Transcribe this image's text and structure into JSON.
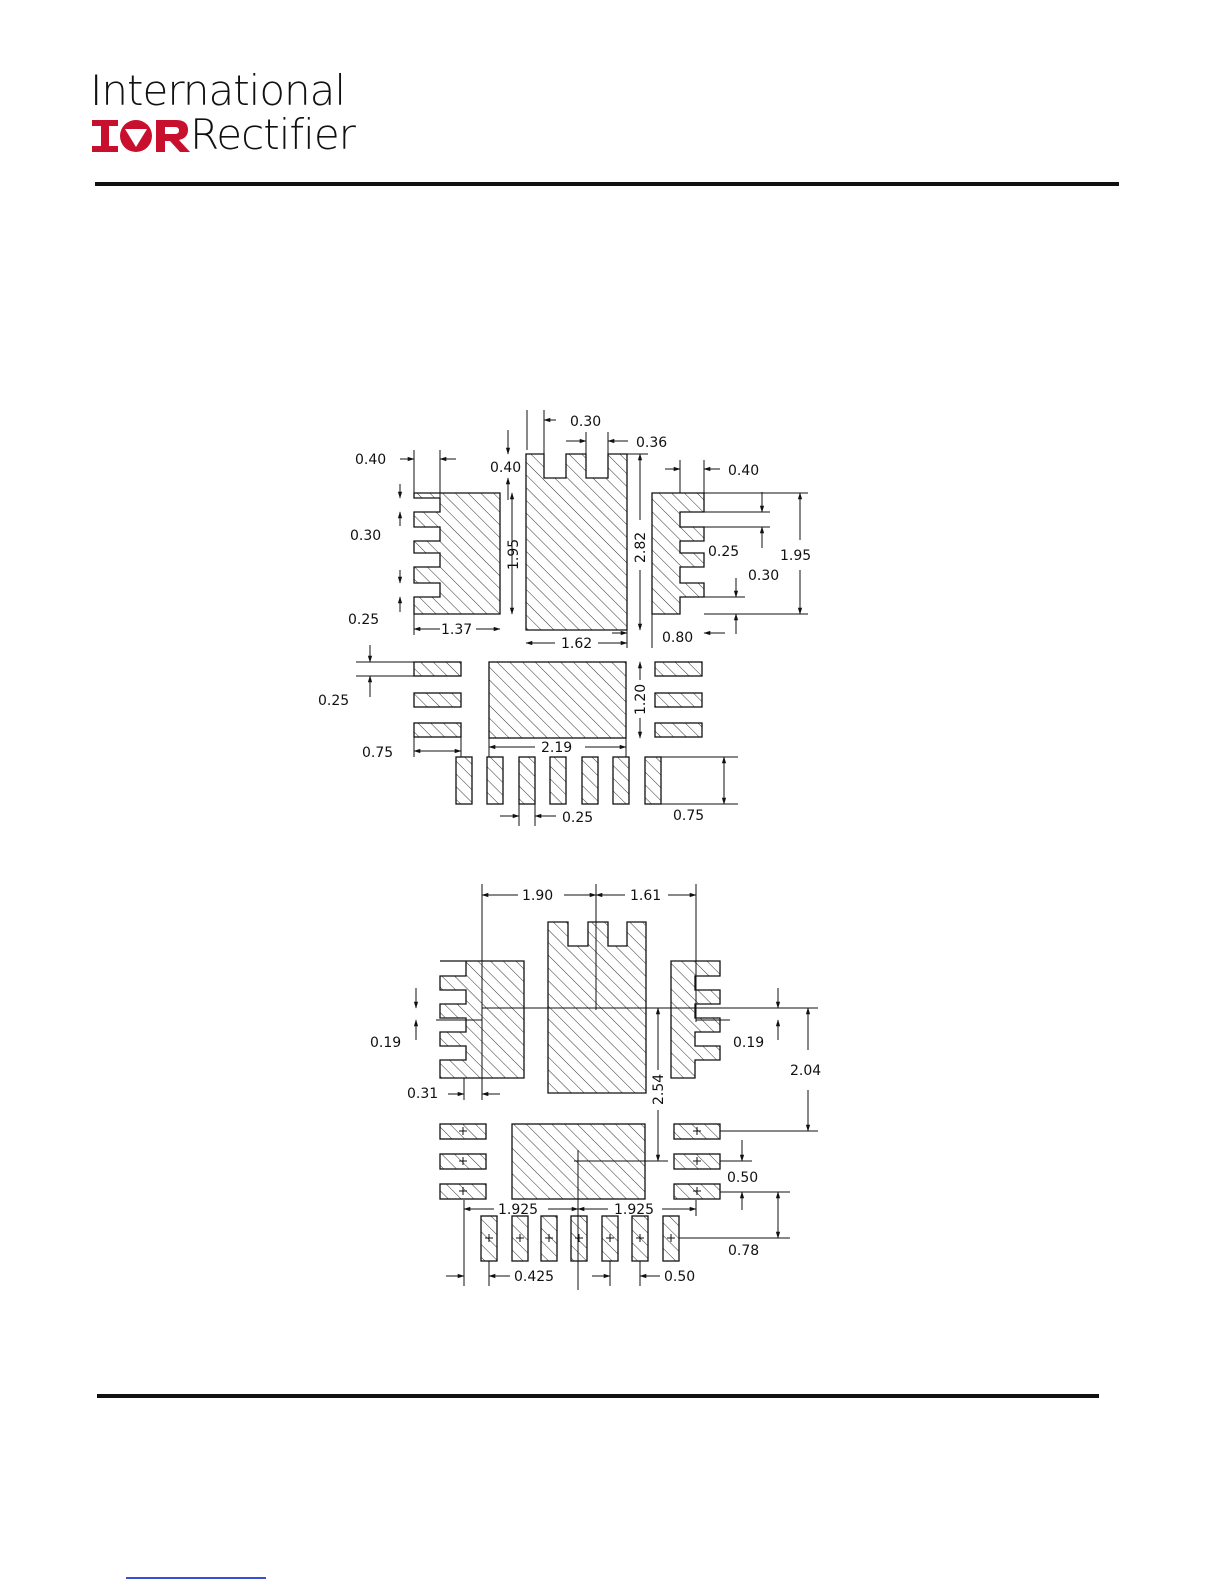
{
  "header": {
    "company_line1": "International",
    "logo_mark": "IOR",
    "company_line2": "Rectifier",
    "brand_color": "#c8102e"
  },
  "diagram_top": {
    "dims": {
      "d030_top": "0.30",
      "d036": "0.36",
      "d040_left": "0.40",
      "d040_center": "0.40",
      "d040_right": "0.40",
      "d030_left": "0.30",
      "d195_center": "1.95",
      "d282": "2.82",
      "d025_right": "0.25",
      "d195_right": "1.95",
      "d030_right": "0.30",
      "d025_left": "0.25",
      "d137": "1.37",
      "d162": "1.62",
      "d080": "0.80",
      "d025_mid": "0.25",
      "d120": "1.20",
      "d075_left": "0.75",
      "d219": "2.19",
      "d025_bottom": "0.25",
      "d075_right": "0.75"
    }
  },
  "diagram_bottom": {
    "dims": {
      "d190": "1.90",
      "d161": "1.61",
      "d019_left": "0.19",
      "d019_right": "0.19",
      "d204": "2.04",
      "d031": "0.31",
      "d254": "2.54",
      "d050_right": "0.50",
      "d1925_left": "1.925",
      "d1925_right": "1.925",
      "d078": "0.78",
      "d0425": "0.425",
      "d050_bottom": "0.50"
    }
  }
}
